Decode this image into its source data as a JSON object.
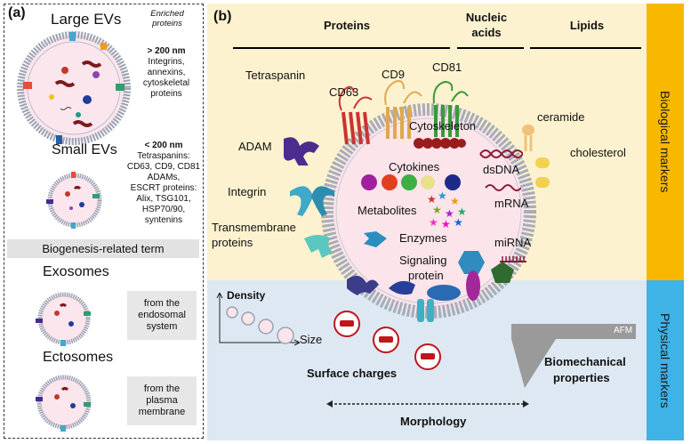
{
  "panel_a": {
    "label": "(a)",
    "large_evs": "Large EVs",
    "enriched_proteins": "Enriched proteins",
    "large_size": "> 200 nm",
    "large_proteins": [
      "Integrins,",
      "annexins,",
      "cytoskeletal",
      "proteins"
    ],
    "small_evs": "Small EVs",
    "small_size": "< 200 nm",
    "small_proteins": [
      "Tetraspanins:",
      "CD63, CD9, CD81",
      "ADAMs,",
      "ESCRT proteins:",
      "Alix, TSG101,",
      "HSP70/90,",
      "syntenins"
    ],
    "biogenesis_term": "Biogenesis-related term",
    "exosomes": "Exosomes",
    "exosomes_origin": [
      "from the",
      "endosomal",
      "system"
    ],
    "ectosomes": "Ectosomes",
    "ectosomes_origin": [
      "from the",
      "plasma",
      "membrane"
    ]
  },
  "panel_b": {
    "label": "(b)",
    "header_proteins": "Proteins",
    "header_nucleic": [
      "Nucleic",
      "acids"
    ],
    "header_lipids": "Lipids",
    "side_biological": "Biological markers",
    "side_physical": "Physical markers",
    "tetraspanin": "Tetraspanin",
    "cd63": "CD63",
    "cd9": "CD9",
    "cd81": "CD81",
    "adam": "ADAM",
    "integrin": "Integrin",
    "transmembrane": [
      "Transmembrane",
      "proteins"
    ],
    "cytoskeleton": "Cytoskeleton",
    "cytokines": "Cytokines",
    "metabolites": "Metabolites",
    "enzymes": "Enzymes",
    "signaling": [
      "Signaling",
      "protein"
    ],
    "dsdna": "dsDNA",
    "mrna": "mRNA",
    "mirna": "miRNA",
    "ceramide": "ceramide",
    "cholesterol": "cholesterol",
    "density": "Density",
    "size": "Size",
    "surface_charges": "Surface charges",
    "afm": "AFM",
    "biomechanical": [
      "Biomechanical",
      "properties"
    ],
    "morphology": "Morphology"
  },
  "colors": {
    "bg_yellow": "#fdf2cf",
    "bg_blue": "#dde8f3",
    "bar_orange": "#f9b800",
    "bar_blue": "#3fb2e6",
    "charge_red": "#c0151b"
  }
}
